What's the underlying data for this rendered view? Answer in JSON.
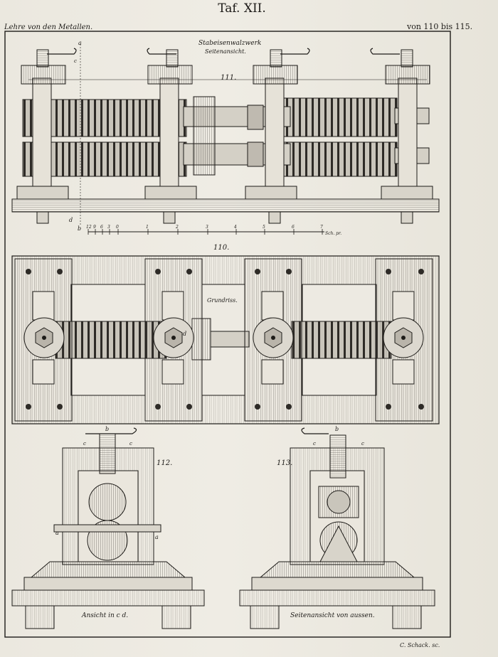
{
  "header": {
    "title": "Taf. XII.",
    "left": "Lehre von den Metallen.",
    "right": "von 110 bis 115."
  },
  "fig111": {
    "number": "111.",
    "caption_line1": "Stabeisenwalzwerk",
    "caption_line2": "Seitenansicht.",
    "letters": {
      "a": "a",
      "c": "c",
      "b": "b",
      "d": "d"
    }
  },
  "scale": {
    "ticks": [
      "12",
      "9",
      "6",
      "3",
      "0",
      "1",
      "2",
      "3",
      "4",
      "5",
      "6",
      "7"
    ],
    "unit": "Sch. pr."
  },
  "fig110": {
    "number": "110.",
    "caption": "Grundriss.",
    "letter_d": "d"
  },
  "fig112": {
    "number": "112.",
    "caption": "Ansicht in c d.",
    "letters": {
      "b": "b",
      "c": "c",
      "a": "a"
    }
  },
  "fig113": {
    "number": "113.",
    "caption": "Seitenansicht von aussen.",
    "letters": {
      "b": "b",
      "c": "c"
    }
  },
  "engraver": "C. Schack. sc."
}
